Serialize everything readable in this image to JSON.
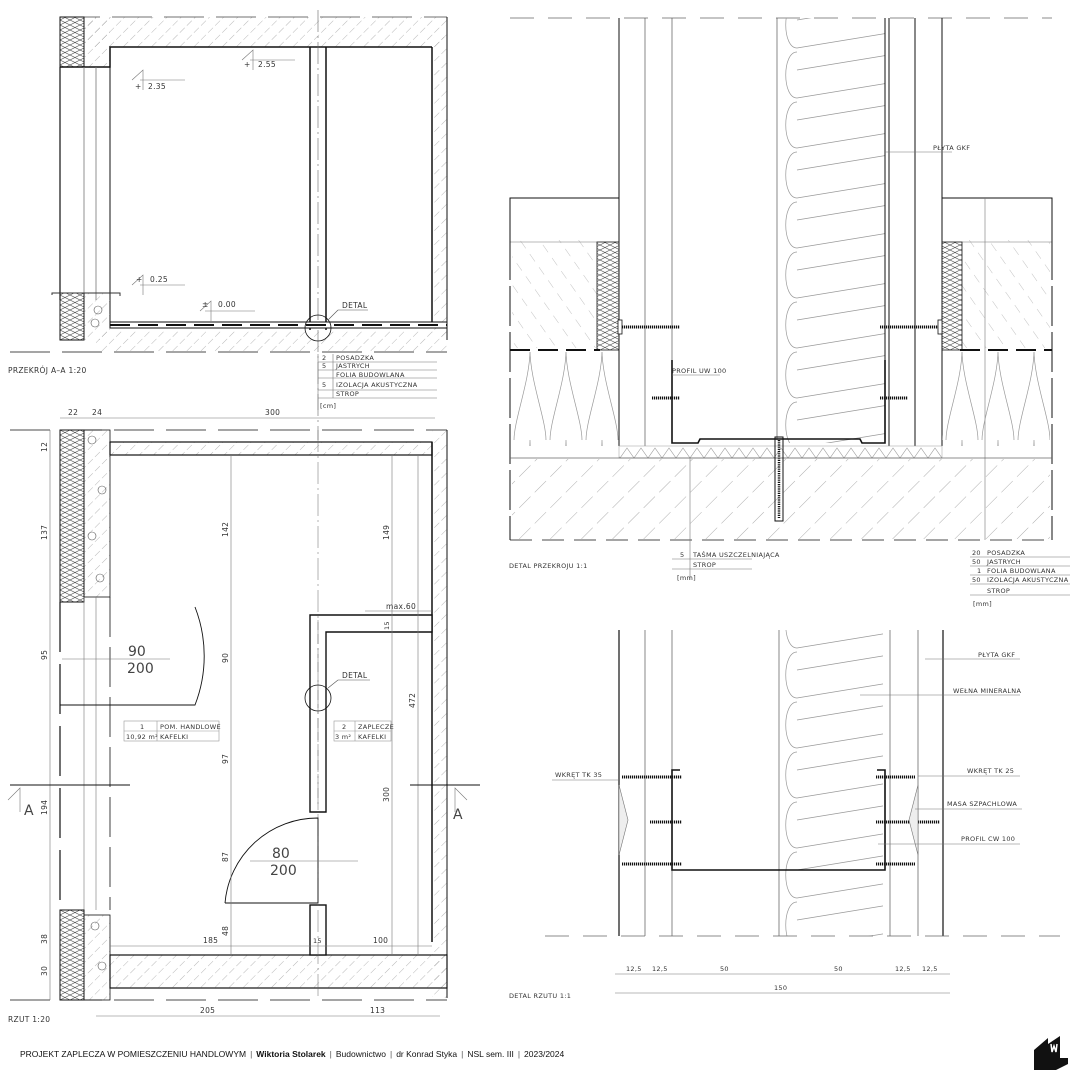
{
  "section_aa": {
    "title": "PRZEKRÓJ A–A 1:20",
    "levels": [
      "2.55",
      "2.35",
      "0.25",
      "0.00"
    ],
    "detail_label": "DETAL",
    "layers": [
      {
        "thk": "2",
        "name": "POSADZKA"
      },
      {
        "thk": "5",
        "name": "JASTRYCH"
      },
      {
        "thk": "",
        "name": "FOLIA BUDOWLANA"
      },
      {
        "thk": "5",
        "name": "IZOLACJA AKUSTYCZNA"
      },
      {
        "thk": "",
        "name": "STROP"
      }
    ],
    "unit": "[cm]"
  },
  "plan": {
    "title": "RZUT 1:20",
    "top_dims": [
      "22",
      "24",
      "300"
    ],
    "left_dims": [
      "12",
      "137",
      "95",
      "194",
      "38",
      "30"
    ],
    "inner_dims": [
      "142",
      "90",
      "97",
      "87",
      "48",
      "149",
      "472",
      "300",
      "15",
      "max.60"
    ],
    "bottom_inner_dims": [
      "185",
      "15",
      "100"
    ],
    "bottom_dims": [
      "205",
      "113"
    ],
    "door1": {
      "width": "90",
      "height": "200"
    },
    "door2": {
      "width": "80",
      "height": "200"
    },
    "section_marker": "A",
    "detail_label": "DETAL",
    "rooms": [
      {
        "no": "1",
        "name": "POM. HANDLOWE",
        "area": "10,92 m²",
        "finish": "KAFELKI"
      },
      {
        "no": "2",
        "name": "ZAPLECZE",
        "area": "3 m²",
        "finish": "KAFELKI"
      }
    ]
  },
  "detail_section": {
    "title": "DETAL PRZEKROJU 1:1",
    "label_board": "PŁYTA GKF",
    "label_profile": "PROFIL UW 100",
    "tape_layers": [
      {
        "thk": "5",
        "name": "TAŚMA USZCZELNIAJĄCA"
      },
      {
        "thk": "",
        "name": "STROP"
      }
    ],
    "floor_layers": [
      {
        "thk": "20",
        "name": "POSADZKA"
      },
      {
        "thk": "50",
        "name": "JASTRYCH"
      },
      {
        "thk": "1",
        "name": "FOLIA BUDOWLANA"
      },
      {
        "thk": "50",
        "name": "IZOLACJA AKUSTYCZNA"
      },
      {
        "thk": "",
        "name": "STROP"
      }
    ],
    "unit": "[mm]"
  },
  "detail_plan": {
    "title": "DETAL RZUTU 1:1",
    "labels": {
      "board": "PŁYTA GKF",
      "wool": "WEŁNA MINERALNA",
      "screw25": "WKRĘT TK 25",
      "screw35": "WKRĘT TK 35",
      "filler": "MASA SZPACHLOWA",
      "profile": "PROFIL CW 100"
    },
    "dims": [
      "12,5",
      "12,5",
      "50",
      "50",
      "12,5",
      "12,5"
    ],
    "total": "150"
  },
  "footer": {
    "project": "PROJEKT ZAPLECZA W POMIESZCZENIU HANDLOWYM",
    "author": "Wiktoria Stolarek",
    "field": "Budownictwo",
    "supervisor": "dr Konrad Styka",
    "course": "NSL sem. III",
    "year": "2023/2024",
    "separator": "|"
  }
}
